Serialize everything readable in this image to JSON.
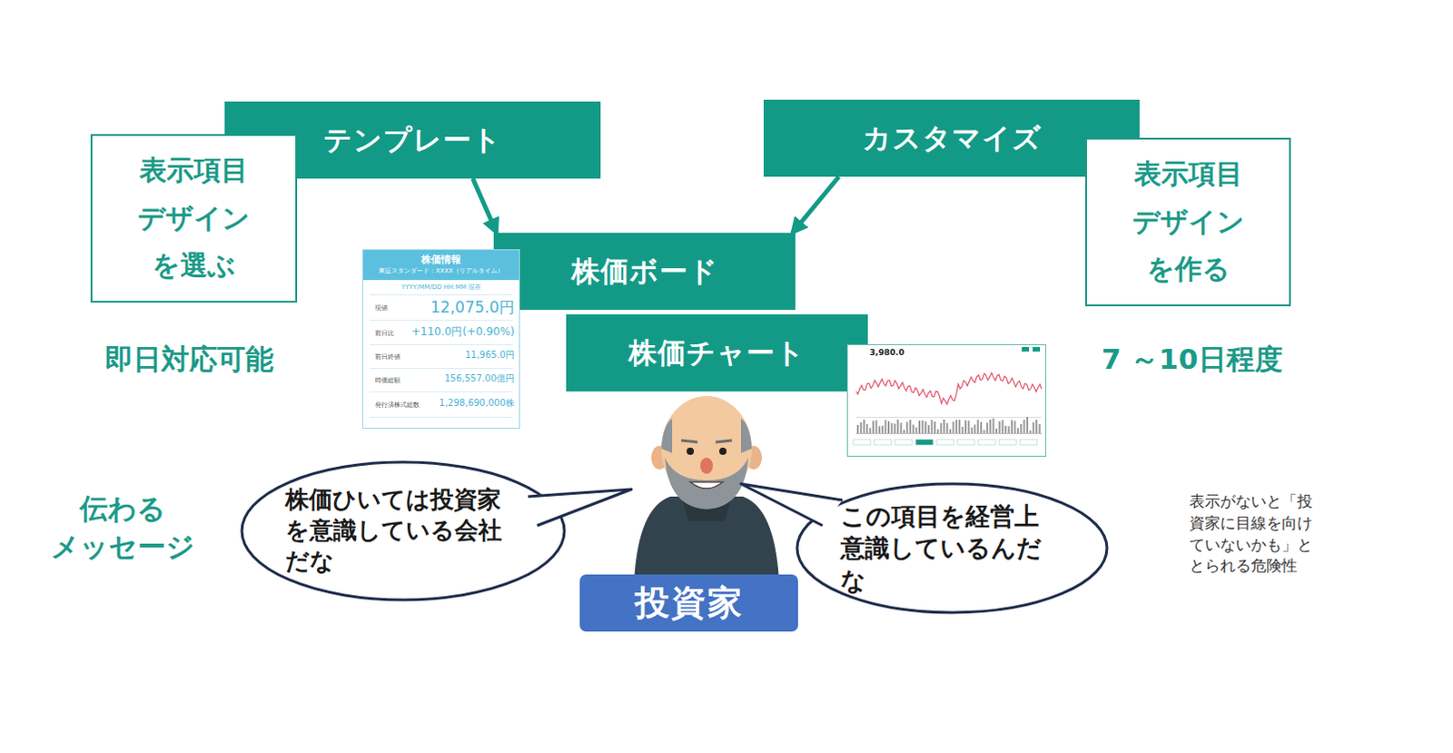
{
  "diagram": {
    "nodes": [
      {
        "text": [
          "表示項目 デザイン を選ぶ"
        ]
      },
      {
        "text": [
          "テンプレート"
        ]
      },
      {
        "text": [
          "カスタマイズ"
        ]
      },
      {
        "text": [
          "表示項目 デザイン を作る"
        ]
      },
      {
        "text": [
          "株価ボード"
        ]
      },
      {
        "text": [
          "株価チャート"
        ]
      },
      {
        "text": [
          "株価ひいては投資家を意識している会社だな"
        ]
      },
      {
        "text": [
          "この項目を経営上意識しているんだな"
        ]
      },
      {
        "text": [
          "投資家"
        ]
      }
    ],
    "edges": [
      {
        "from": 1,
        "to": 4,
        "arrow": "to"
      },
      {
        "from": 2,
        "to": 4,
        "arrow": "to"
      }
    ],
    "labels": [
      "即日対応可能",
      "7 ～10日程度",
      "伝わる メッセージ",
      "表示がないと「投資家に目線を向けていないかも」ととられる危険性",
      "株価情報",
      "東証スタンダード：XXXX（リアルタイム）",
      "YYYY/MM/DD HH:MM 現在",
      "現値",
      "12,075.0円",
      "前日比",
      "+110.0円(+0.90%)",
      "前日終値",
      "11,965.0円",
      "時価総額",
      "156,557.00億円",
      "発行済株式総数",
      "1,298,690,000株",
      "3,980.0"
    ]
  }
}
